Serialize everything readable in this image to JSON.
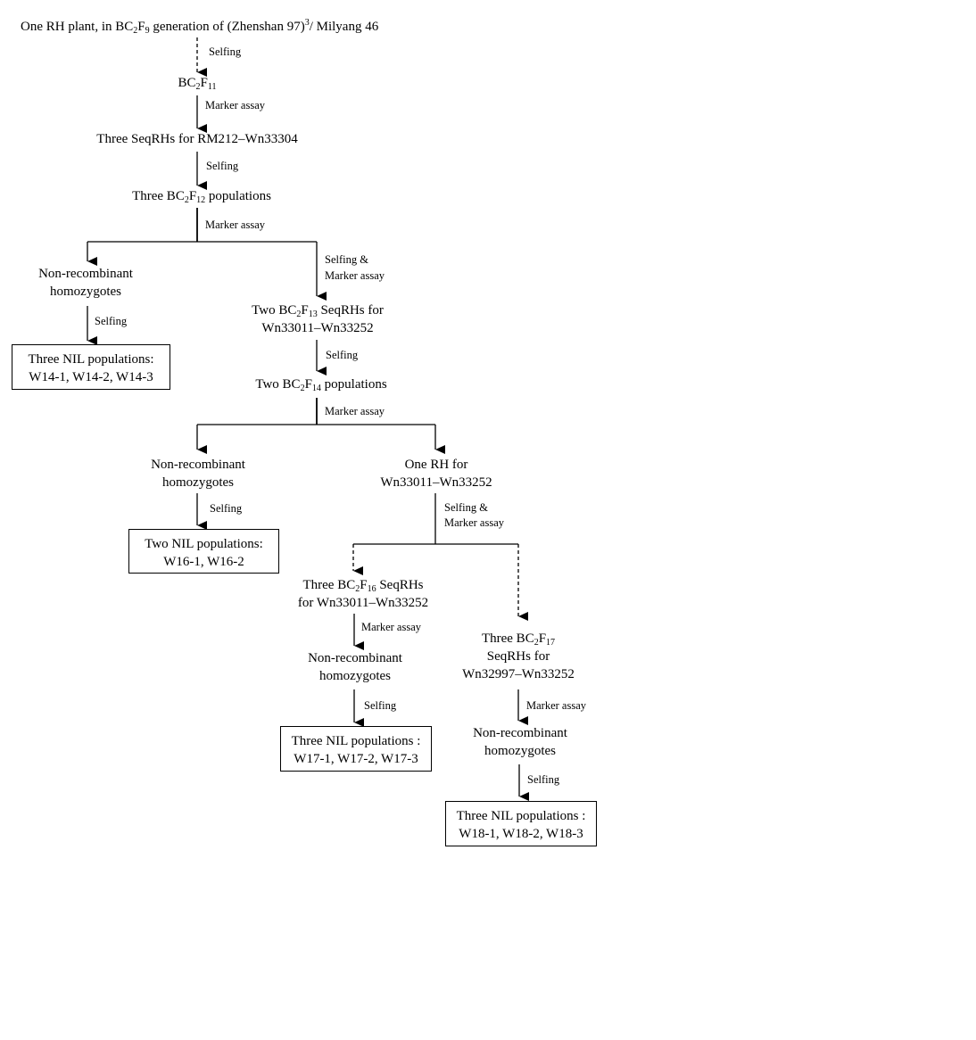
{
  "nodes": {
    "origin": {
      "a": "One RH plant, in BC",
      "s1": "2",
      "b": "F",
      "s2": "9",
      "c": " generation of (Zhenshan 97)",
      "sup": "3",
      "d": "/ Milyang 46"
    },
    "bc2f11": {
      "a": "BC",
      "s1": "2",
      "b": "F",
      "s2": "11"
    },
    "three_seqrhs": "Three SeqRHs  for RM212–Wn33304",
    "three_bc2f12": {
      "a": "Three BC",
      "s1": "2",
      "b": "F",
      "s2": "12",
      "c": " populations"
    },
    "nonrec_1": {
      "l1": "Non-recombinant",
      "l2": "homozygotes"
    },
    "two_bc2f13": {
      "a": "Two BC",
      "s1": "2",
      "b": "F",
      "s2": "13",
      "c": "  SeqRHs for",
      "l2": "Wn33011–Wn33252"
    },
    "two_bc2f14": {
      "a": "Two BC",
      "s1": "2",
      "b": "F",
      "s2": "14",
      "c": " populations"
    },
    "nonrec_2": {
      "l1": "Non-recombinant",
      "l2": "homozygotes"
    },
    "one_rh": {
      "l1": "One RH  for",
      "l2": "Wn33011–Wn33252"
    },
    "three_bc2f16": {
      "a": "Three BC",
      "s1": "2",
      "b": "F",
      "s2": "16",
      "c": " SeqRHs",
      "l2": "for Wn33011–Wn33252"
    },
    "nonrec_3": {
      "l1": "Non-recombinant",
      "l2": "homozygotes"
    },
    "three_bc2f17": {
      "a": "Three BC",
      "s1": "2",
      "b": "F",
      "s2": "17",
      "l2": "SeqRHs for",
      "l3": "Wn32997–Wn33252"
    },
    "nonrec_4": {
      "l1": "Non-recombinant",
      "l2": "homozygotes"
    }
  },
  "boxes": {
    "nil_w14": {
      "l1": "Three NIL populations:",
      "l2": "W14-1, W14-2, W14-3"
    },
    "nil_w16": {
      "l1": "Two NIL populations:",
      "l2": "W16-1, W16-2"
    },
    "nil_w17": {
      "l1": "Three NIL populations :",
      "l2": "W17-1, W17-2, W17-3"
    },
    "nil_w18": {
      "l1": "Three NIL populations :",
      "l2": "W18-1, W18-2, W18-3"
    }
  },
  "edge_labels": {
    "selfing": "Selfing",
    "marker_assay": "Marker assay",
    "selfing_and": "Selfing &",
    "marker_assay_l2": "Marker assay"
  }
}
